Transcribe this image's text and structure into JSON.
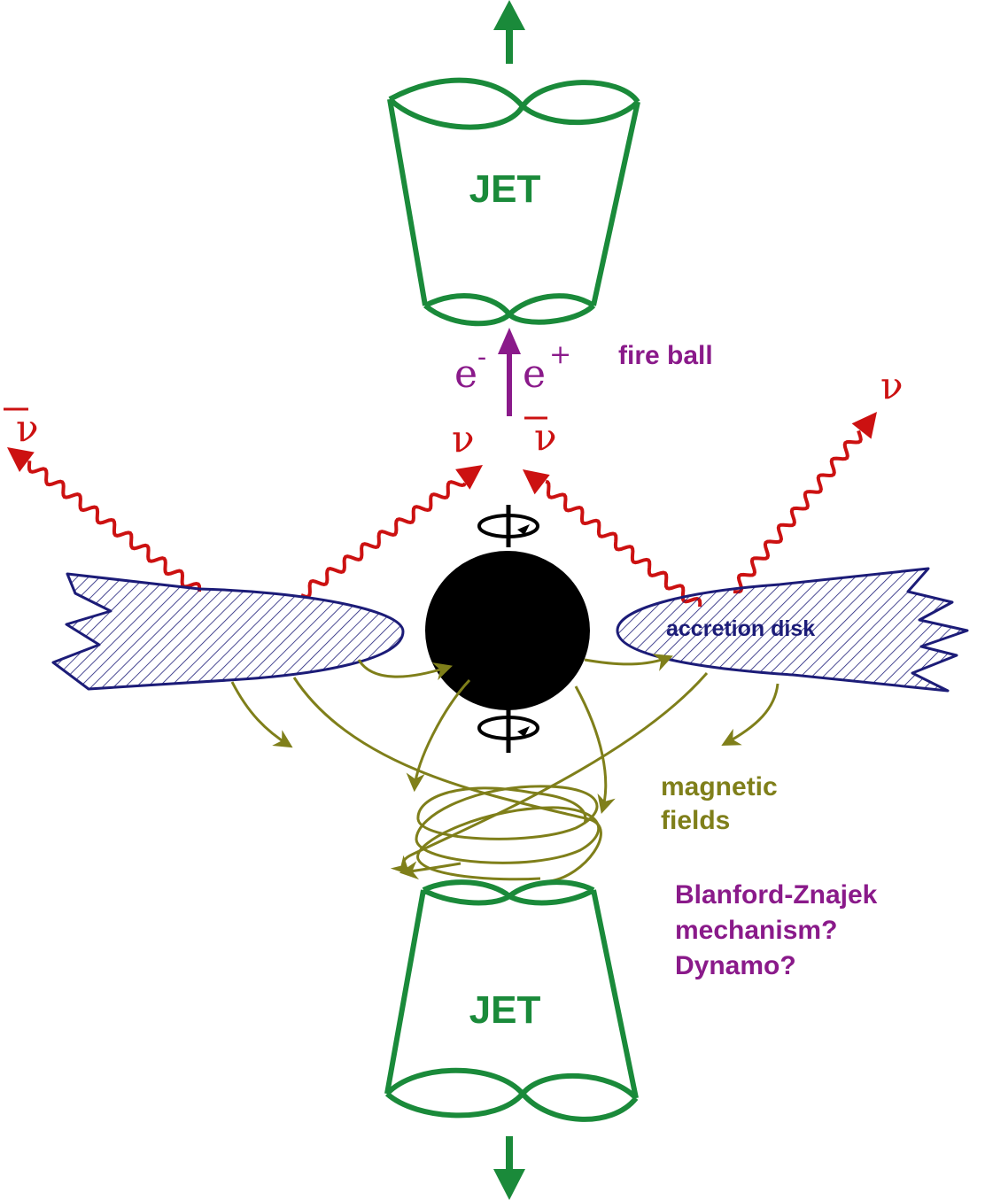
{
  "jet_label_top": "JET",
  "jet_label_bottom": "JET",
  "fire_ball_label": "fire ball",
  "electron_symbol": "e",
  "electron_charge": "-",
  "positron_symbol": "e",
  "positron_charge": "+",
  "neutrino_symbol": "ν",
  "antineutrino_symbol": "ν",
  "accretion_disk_label": "accretion disk",
  "magnetic_fields_line1": "magnetic",
  "magnetic_fields_line2": "fields",
  "mechanism_line1": "Blanford-Znajek",
  "mechanism_line2": "mechanism?",
  "mechanism_line3": "Dynamo?",
  "colors": {
    "jet": "#1a8a3a",
    "neutrino": "#cc1111",
    "fireball": "#8a1a8a",
    "disk": "#1c1c78",
    "magnetic": "#7f7f1a",
    "black_hole": "#000000"
  }
}
